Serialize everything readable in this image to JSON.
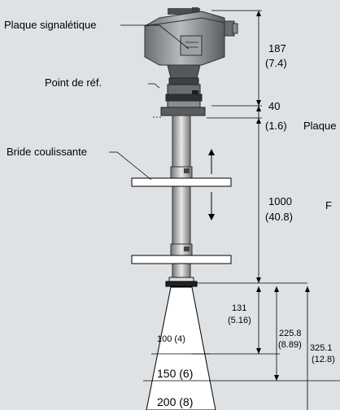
{
  "labels": {
    "nameplate": "Plaque signalétique",
    "reference_point": "Point de réf.",
    "sliding_flange": "Bride coulissante",
    "nameplate_clipped": "Plaque",
    "clipped_f": "F"
  },
  "dimensions": {
    "housing_mm": "187",
    "housing_in": "(7.4)",
    "collar_mm": "40",
    "collar_in": "(1.6)",
    "pipe_mm": "1000",
    "pipe_in": "(40.8)",
    "beam_a_mm": "131",
    "beam_a_in": "(5.16)",
    "beam_b_mm": "225.8",
    "beam_b_in": "(8.89)",
    "beam_c_mm": "325.1",
    "beam_c_in": "(12.8)"
  },
  "beam_widths": {
    "w1": "100 (4)",
    "w2": "150 (6)",
    "w3": "200 (8)"
  }
}
